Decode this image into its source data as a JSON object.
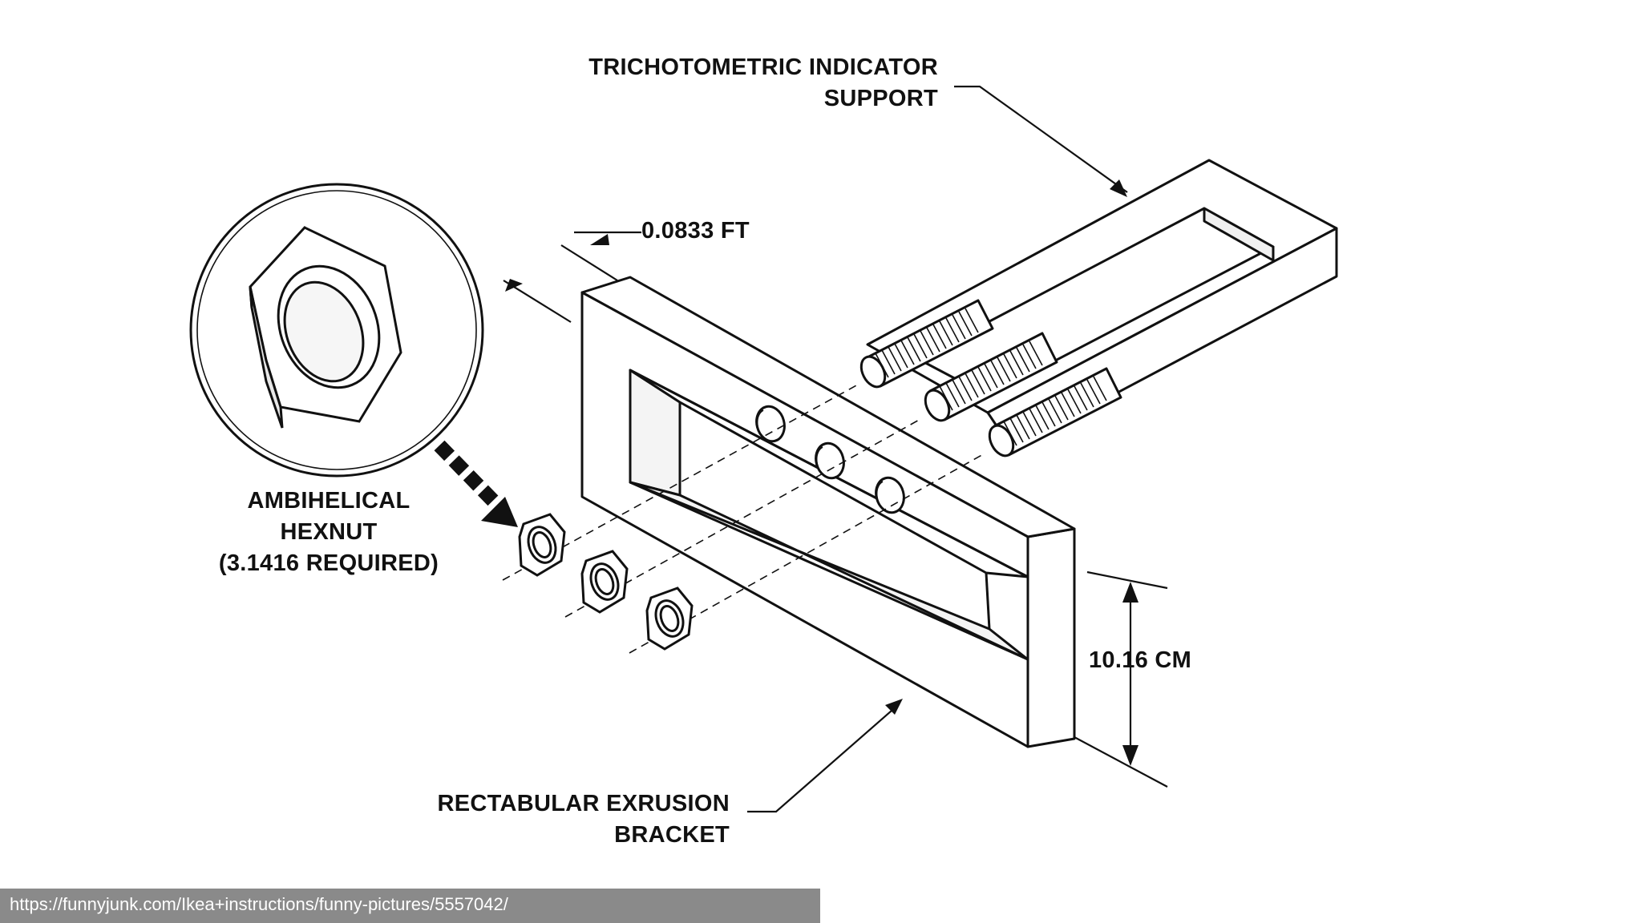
{
  "labels": {
    "support_line1": "TRICHOTOMETRIC INDICATOR",
    "support_line2": "SUPPORT",
    "thickness": "0.0833 FT",
    "hexnut_line1": "AMBIHELICAL",
    "hexnut_line2": "HEXNUT",
    "hexnut_line3": "(3.1416 REQUIRED)",
    "height": "10.16 CM",
    "bracket_line1": "RECTABULAR EXRUSION",
    "bracket_line2": "BRACKET"
  },
  "footer": {
    "url": "https://funnyjunk.com/Ikea+instructions/funny-pictures/5557042/"
  },
  "colors": {
    "ink": "#111111",
    "url_bar": "#8a8a8a"
  }
}
